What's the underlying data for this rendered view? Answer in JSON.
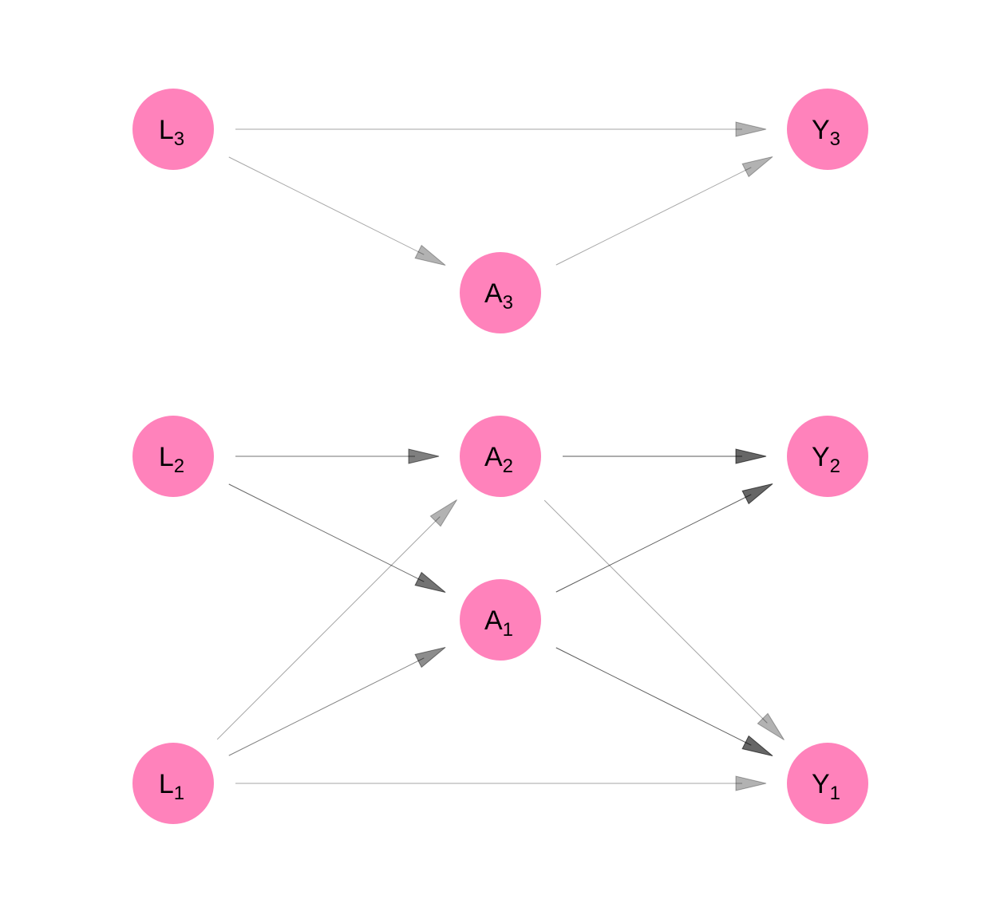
{
  "node_color": "#FF82BB",
  "nodes": [
    {
      "id": "L3",
      "letter": "L",
      "sub": "3"
    },
    {
      "id": "Y3",
      "letter": "Y",
      "sub": "3"
    },
    {
      "id": "A3",
      "letter": "A",
      "sub": "3"
    },
    {
      "id": "L2",
      "letter": "L",
      "sub": "2"
    },
    {
      "id": "A2",
      "letter": "A",
      "sub": "2"
    },
    {
      "id": "Y2",
      "letter": "Y",
      "sub": "2"
    },
    {
      "id": "A1",
      "letter": "A",
      "sub": "1"
    },
    {
      "id": "L1",
      "letter": "L",
      "sub": "1"
    },
    {
      "id": "Y1",
      "letter": "Y",
      "sub": "1"
    }
  ],
  "edges": [
    {
      "from": "L3",
      "to": "Y3",
      "strength": 0.3
    },
    {
      "from": "L3",
      "to": "A3",
      "strength": 0.3
    },
    {
      "from": "A3",
      "to": "Y3",
      "strength": 0.3
    },
    {
      "from": "L2",
      "to": "A2",
      "strength": 0.5
    },
    {
      "from": "L2",
      "to": "A1",
      "strength": 0.55
    },
    {
      "from": "A2",
      "to": "Y2",
      "strength": 0.6
    },
    {
      "from": "A2",
      "to": "Y1",
      "strength": 0.3
    },
    {
      "from": "A1",
      "to": "Y2",
      "strength": 0.6
    },
    {
      "from": "A1",
      "to": "Y1",
      "strength": 0.6
    },
    {
      "from": "L1",
      "to": "A2",
      "strength": 0.3
    },
    {
      "from": "L1",
      "to": "A1",
      "strength": 0.45
    },
    {
      "from": "L1",
      "to": "Y1",
      "strength": 0.3
    }
  ]
}
